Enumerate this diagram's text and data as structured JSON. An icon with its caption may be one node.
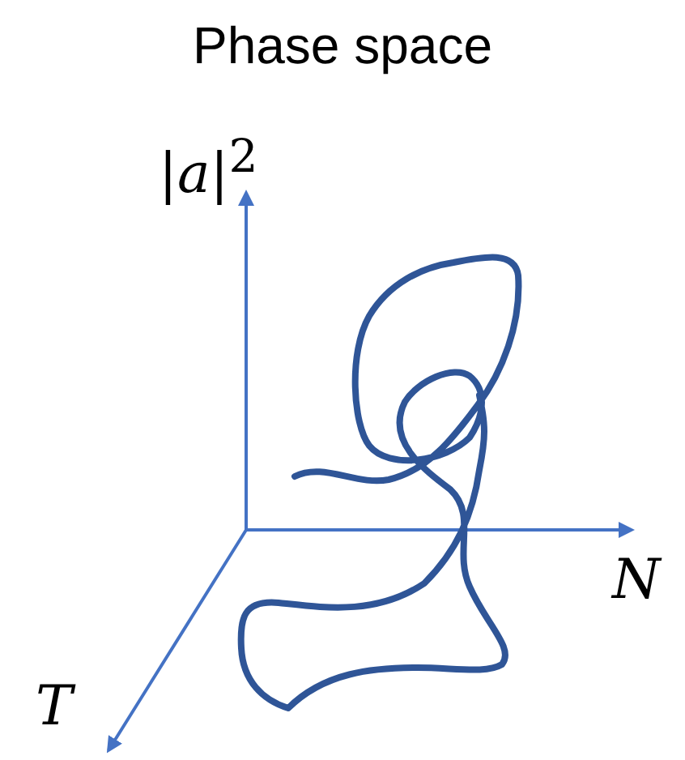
{
  "diagram": {
    "title": "Phase space",
    "labels": [
      "|*a*|$^{2}$",
      "*N*",
      "*T*"
    ]
  }
}
